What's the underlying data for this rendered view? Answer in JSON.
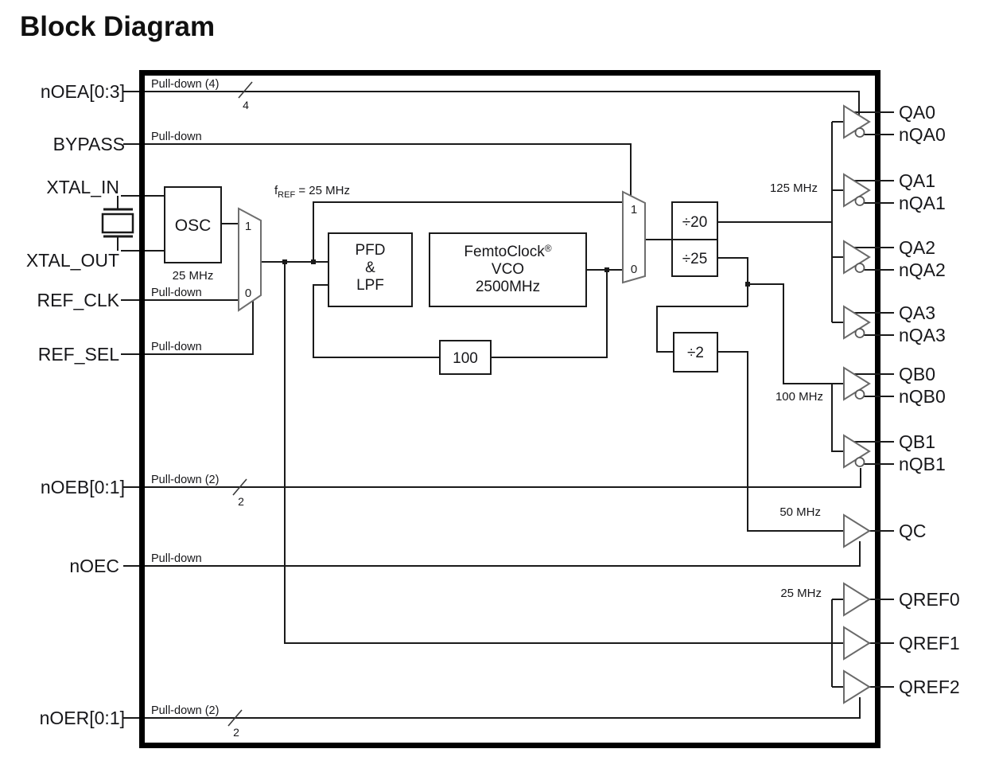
{
  "title": "Block Diagram",
  "ports": {
    "left": [
      {
        "label": "nOEA[0:3]",
        "pull": "Pull-down (4)",
        "bus_width": "4"
      },
      {
        "label": "BYPASS",
        "pull": "Pull-down"
      },
      {
        "label": "XTAL_IN"
      },
      {
        "label": "XTAL_OUT"
      },
      {
        "label": "REF_CLK",
        "pull": "Pull-down"
      },
      {
        "label": "REF_SEL",
        "pull": "Pull-down"
      },
      {
        "label": "nOEB[0:1]",
        "pull": "Pull-down (2)",
        "bus_width": "2"
      },
      {
        "label": "nOEC",
        "pull": "Pull-down"
      },
      {
        "label": "nOER[0:1]",
        "pull": "Pull-down (2)",
        "bus_width": "2"
      }
    ],
    "right": [
      "QA0",
      "nQA0",
      "QA1",
      "nQA1",
      "QA2",
      "nQA2",
      "QA3",
      "nQA3",
      "QB0",
      "nQB0",
      "QB1",
      "nQB1",
      "QC",
      "QREF0",
      "QREF1",
      "QREF2"
    ]
  },
  "blocks": {
    "osc": {
      "label": "OSC",
      "freq": "25 MHz"
    },
    "pfd": {
      "line1": "PFD",
      "line2": "&",
      "line3": "LPF"
    },
    "vco": {
      "line1": "FemtoClock",
      "reg": "®",
      "line2": "VCO",
      "line3": "2500MHz"
    },
    "fb_divider": {
      "label": "100"
    },
    "div20": {
      "label": "÷20"
    },
    "div25": {
      "label": "÷25"
    },
    "div2": {
      "label": "÷2"
    },
    "mux1": {
      "in1": "1",
      "in0": "0"
    },
    "mux2": {
      "in1": "1",
      "in0": "0"
    }
  },
  "annotations": {
    "fref": {
      "prefix": "f",
      "sub": "REF",
      "rest": " = 25 MHz"
    },
    "freq_125": "125 MHz",
    "freq_100": "100 MHz",
    "freq_50": "50 MHz",
    "freq_25": "25 MHz"
  },
  "colors": {
    "background": "#ffffff",
    "wire": "#1a1a1a",
    "chip_border": "#000000",
    "mux_outline": "#6e6e6e",
    "buffer_outline": "#6a6a6a",
    "text": "#17171a"
  }
}
